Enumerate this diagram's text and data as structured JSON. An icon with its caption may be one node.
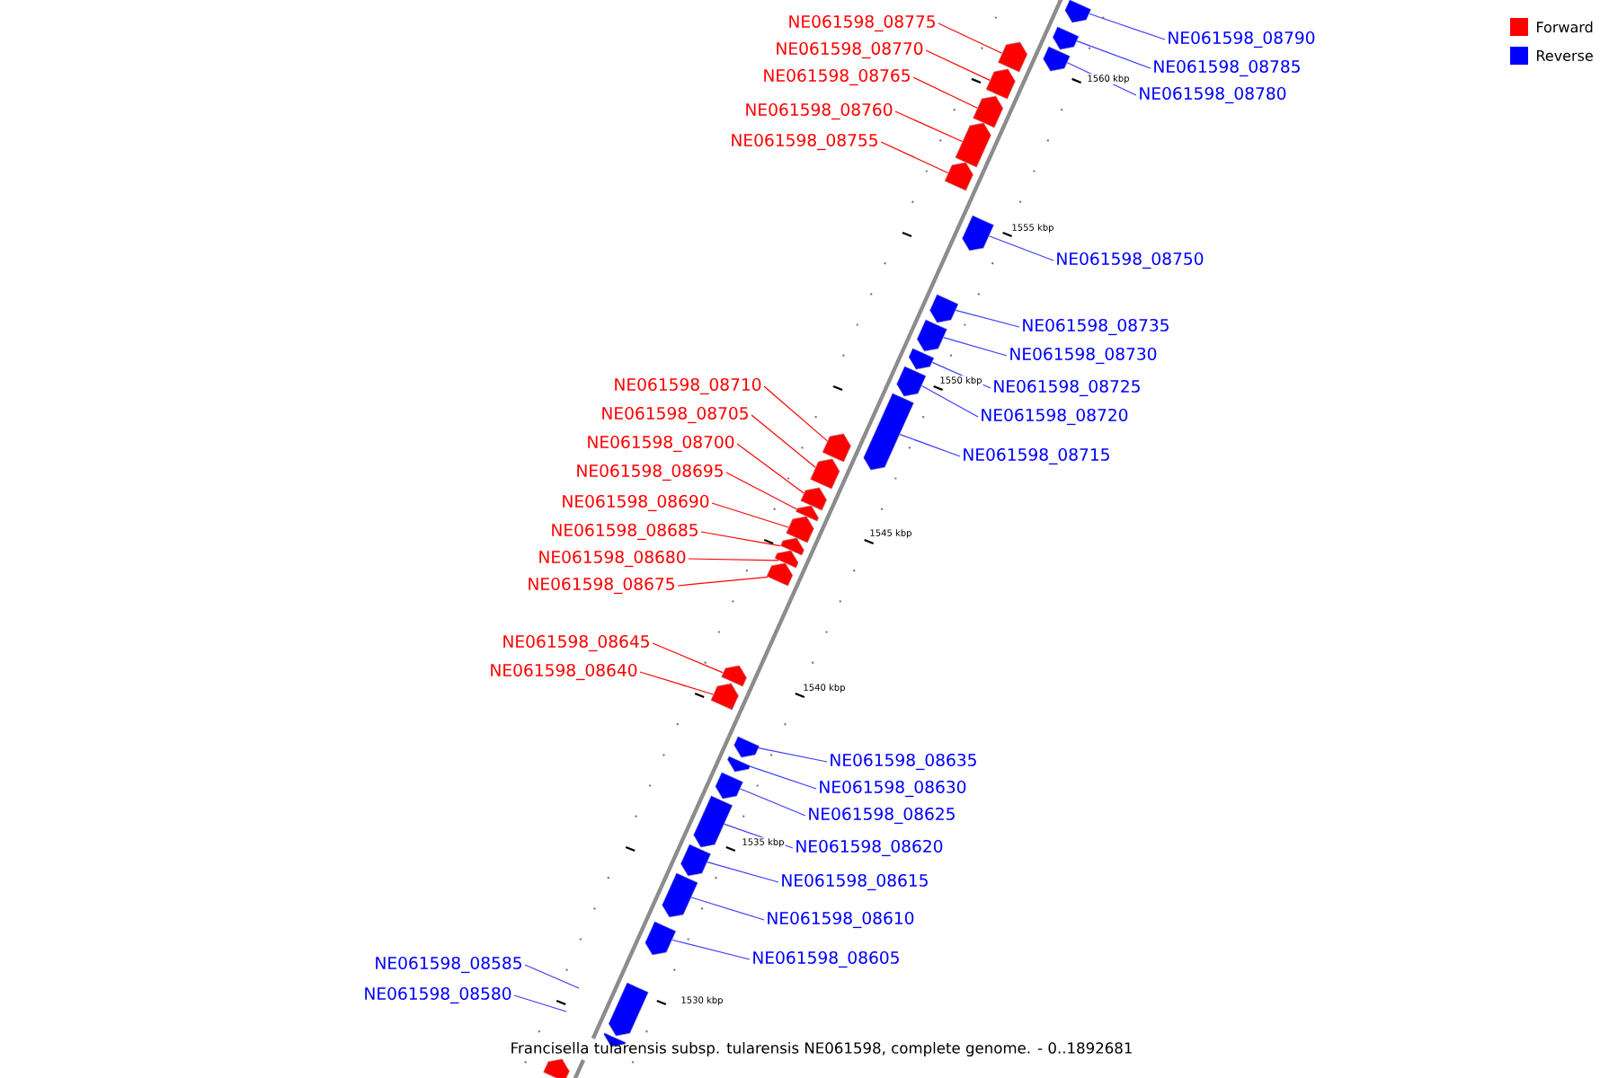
{
  "diagram": {
    "caption": "Francisella tularensis subsp. tularensis NE061598, complete genome. - 0..1892681",
    "nodes": [
      {
        "text": [
          "NE061598_08790"
        ]
      },
      {
        "text": [],
        "shape": "bar"
      },
      {
        "text": [
          "NE061598_08785"
        ]
      },
      {
        "text": [],
        "shape": "bar"
      },
      {
        "text": [
          "NE061598_08780"
        ]
      },
      {
        "text": [],
        "shape": "bar"
      },
      {
        "text": [
          "NE061598_08775"
        ]
      },
      {
        "text": [],
        "shape": "bar"
      },
      {
        "text": [
          "NE061598_08770"
        ]
      },
      {
        "text": [],
        "shape": "bar"
      },
      {
        "text": [
          "NE061598_08765"
        ]
      },
      {
        "text": [],
        "shape": "bar"
      },
      {
        "text": [
          "NE061598_08760"
        ]
      },
      {
        "text": [],
        "shape": "bar"
      },
      {
        "text": [
          "NE061598_08755"
        ]
      },
      {
        "text": [],
        "shape": "bar"
      },
      {
        "text": [
          "NE061598_08750"
        ]
      },
      {
        "text": [],
        "shape": "bar"
      },
      {
        "text": [
          "NE061598_08735"
        ]
      },
      {
        "text": [],
        "shape": "bar"
      },
      {
        "text": [
          "NE061598_08730"
        ]
      },
      {
        "text": [],
        "shape": "bar"
      },
      {
        "text": [
          "NE061598_08725"
        ]
      },
      {
        "text": [],
        "shape": "bar"
      },
      {
        "text": [
          "NE061598_08720"
        ]
      },
      {
        "text": [],
        "shape": "bar"
      },
      {
        "text": [
          "NE061598_08715"
        ]
      },
      {
        "text": [],
        "shape": "bar"
      },
      {
        "text": [
          "NE061598_08710"
        ]
      },
      {
        "text": [],
        "shape": "bar"
      },
      {
        "text": [
          "NE061598_08705"
        ]
      },
      {
        "text": [],
        "shape": "bar"
      },
      {
        "text": [
          "NE061598_08700"
        ]
      },
      {
        "text": [],
        "shape": "bar"
      },
      {
        "text": [
          "NE061598_08695"
        ]
      },
      {
        "text": [],
        "shape": "bar"
      },
      {
        "text": [
          "NE061598_08690"
        ]
      },
      {
        "text": [],
        "shape": "bar"
      },
      {
        "text": [
          "NE061598_08685"
        ]
      },
      {
        "text": [],
        "shape": "bar"
      },
      {
        "text": [
          "NE061598_08680"
        ]
      },
      {
        "text": [],
        "shape": "bar"
      },
      {
        "text": [
          "NE061598_08675"
        ]
      },
      {
        "text": [],
        "shape": "bar"
      },
      {
        "text": [
          "NE061598_08645"
        ]
      },
      {
        "text": [],
        "shape": "bar"
      },
      {
        "text": [
          "NE061598_08640"
        ]
      },
      {
        "text": [],
        "shape": "bar"
      },
      {
        "text": [
          "NE061598_08635"
        ]
      },
      {
        "text": [],
        "shape": "bar"
      },
      {
        "text": [
          "NE061598_08630"
        ]
      },
      {
        "text": [],
        "shape": "bar"
      },
      {
        "text": [
          "NE061598_08625"
        ]
      },
      {
        "text": [],
        "shape": "bar"
      },
      {
        "text": [
          "NE061598_08620"
        ]
      },
      {
        "text": [],
        "shape": "bar"
      },
      {
        "text": [
          "NE061598_08615"
        ]
      },
      {
        "text": [],
        "shape": "bar"
      },
      {
        "text": [
          "NE061598_08610"
        ]
      },
      {
        "text": [],
        "shape": "bar"
      },
      {
        "text": [
          "NE061598_08605"
        ]
      },
      {
        "text": [],
        "shape": "bar"
      },
      {
        "text": [
          "NE061598_08585"
        ]
      },
      {
        "text": [
          "NE061598_08580"
        ]
      },
      {
        "text": [],
        "shape": "bar"
      },
      {
        "text": [],
        "shape": "bar"
      },
      {
        "text": [],
        "shape": "bar"
      }
    ],
    "edges": [
      {
        "from": 0,
        "to": 1,
        "arrow": "none"
      },
      {
        "from": 2,
        "to": 3,
        "arrow": "none"
      },
      {
        "from": 4,
        "to": 5,
        "arrow": "none"
      },
      {
        "from": 6,
        "to": 7,
        "arrow": "none",
        "color": "#ff0000"
      },
      {
        "from": 8,
        "to": 9,
        "arrow": "none",
        "color": "#ff0000"
      },
      {
        "from": 10,
        "to": 11,
        "arrow": "none",
        "color": "#ff0000"
      },
      {
        "from": 12,
        "to": 13,
        "arrow": "none",
        "color": "#ff0000"
      },
      {
        "from": 14,
        "to": 15,
        "arrow": "none",
        "color": "#ff0000"
      },
      {
        "from": 16,
        "to": 17,
        "arrow": "none"
      },
      {
        "from": 18,
        "to": 19,
        "arrow": "none"
      },
      {
        "from": 20,
        "to": 21,
        "arrow": "none"
      },
      {
        "from": 22,
        "to": 23,
        "arrow": "none"
      },
      {
        "from": 24,
        "to": 25,
        "arrow": "none"
      },
      {
        "from": 26,
        "to": 27,
        "arrow": "none"
      },
      {
        "from": 28,
        "to": 29,
        "arrow": "none",
        "color": "#ff0000"
      },
      {
        "from": 30,
        "to": 31,
        "arrow": "none",
        "color": "#ff0000"
      },
      {
        "from": 32,
        "to": 33,
        "arrow": "none",
        "color": "#ff0000"
      },
      {
        "from": 34,
        "to": 35,
        "arrow": "none",
        "color": "#ff0000"
      },
      {
        "from": 36,
        "to": 37,
        "arrow": "none",
        "color": "#ff0000"
      },
      {
        "from": 38,
        "to": 39,
        "arrow": "none",
        "color": "#ff0000"
      },
      {
        "from": 40,
        "to": 41,
        "arrow": "none",
        "color": "#ff0000"
      },
      {
        "from": 42,
        "to": 43,
        "arrow": "none",
        "color": "#ff0000"
      },
      {
        "from": 44,
        "to": 45,
        "arrow": "none",
        "color": "#ff0000"
      },
      {
        "from": 46,
        "to": 47,
        "arrow": "none",
        "color": "#ff0000"
      },
      {
        "from": 48,
        "to": 49,
        "arrow": "none"
      },
      {
        "from": 50,
        "to": 51,
        "arrow": "none"
      },
      {
        "from": 52,
        "to": 53,
        "arrow": "none"
      },
      {
        "from": 54,
        "to": 55,
        "arrow": "none"
      },
      {
        "from": 56,
        "to": 57,
        "arrow": "none"
      },
      {
        "from": 58,
        "to": 59,
        "arrow": "none"
      },
      {
        "from": 60,
        "to": 61,
        "arrow": "none"
      },
      {
        "from": 62,
        "to": null,
        "arrow": "none"
      },
      {
        "from": 63,
        "to": null,
        "arrow": "none"
      }
    ],
    "labels": [
      "1560 kbp",
      "1555 kbp",
      "1550 kbp",
      "1545 kbp",
      "1540 kbp",
      "1535 kbp",
      "1530 kbp"
    ],
    "legend": [
      {
        "text": "Forward",
        "color": "#ff0000"
      },
      {
        "text": "Reverse",
        "color": "#0000ff"
      }
    ]
  }
}
